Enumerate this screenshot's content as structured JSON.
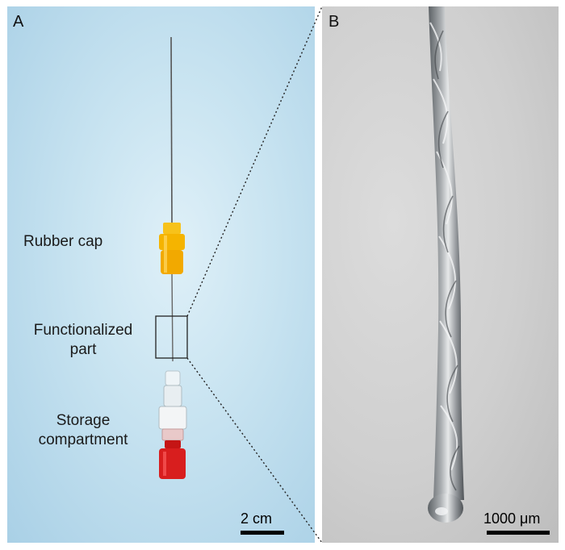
{
  "panel_a": {
    "letter": "A",
    "label_rubber_cap": "Rubber cap",
    "label_functionalized_line1": "Functionalized",
    "label_functionalized_line2": "part",
    "label_storage_line1": "Storage",
    "label_storage_line2": "compartment",
    "scale_bar": "2 cm"
  },
  "panel_b": {
    "letter": "B",
    "scale_bar": "1000 μm"
  },
  "colors": {
    "cap_yellow": "#f5b400",
    "cap_red": "#d81e1e",
    "background_blue": "#c9e4f1",
    "background_gray": "#cfcfcf"
  }
}
